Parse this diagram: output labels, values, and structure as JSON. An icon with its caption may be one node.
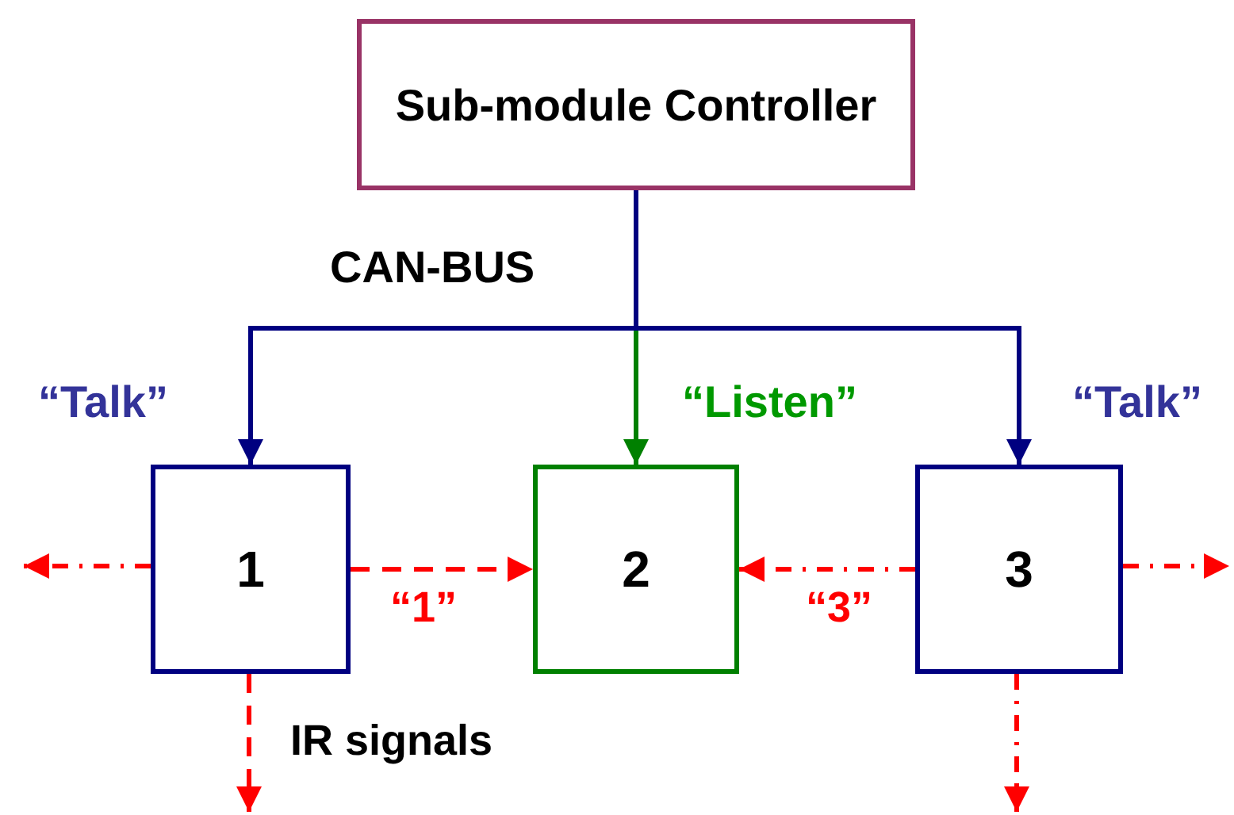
{
  "diagram": {
    "nodes": [
      {
        "text": [
          "Sub-module Controller"
        ]
      },
      {
        "text": [
          "1"
        ],
        "beside": [
          "“Talk”"
        ]
      },
      {
        "text": [
          "2"
        ],
        "beside": [
          "“Listen”"
        ]
      },
      {
        "text": [
          "3"
        ],
        "beside": [
          "“Talk”"
        ]
      }
    ],
    "edges": [
      {
        "from": 0,
        "to": 1,
        "arrow": "to",
        "color": "#000080"
      },
      {
        "from": 0,
        "to": 2,
        "arrow": "to",
        "color": "#008000"
      },
      {
        "from": 0,
        "to": 3,
        "arrow": "to",
        "color": "#000080"
      },
      {
        "from": 1,
        "to": null,
        "arrow": "to",
        "style": "dashed"
      },
      {
        "from": 1,
        "to": 2,
        "arrow": "to",
        "style": "dashed",
        "label": "“1”"
      },
      {
        "from": 1,
        "to": null,
        "arrow": "to",
        "style": "dashed",
        "label": "IR signals"
      },
      {
        "from": 3,
        "to": 2,
        "arrow": "to",
        "style": "dashed",
        "label": "“3”"
      },
      {
        "from": 3,
        "to": null,
        "arrow": "to",
        "style": "dashed"
      },
      {
        "from": 3,
        "to": null,
        "arrow": "to",
        "style": "dashed"
      }
    ],
    "labels": [
      "CAN-BUS"
    ]
  }
}
